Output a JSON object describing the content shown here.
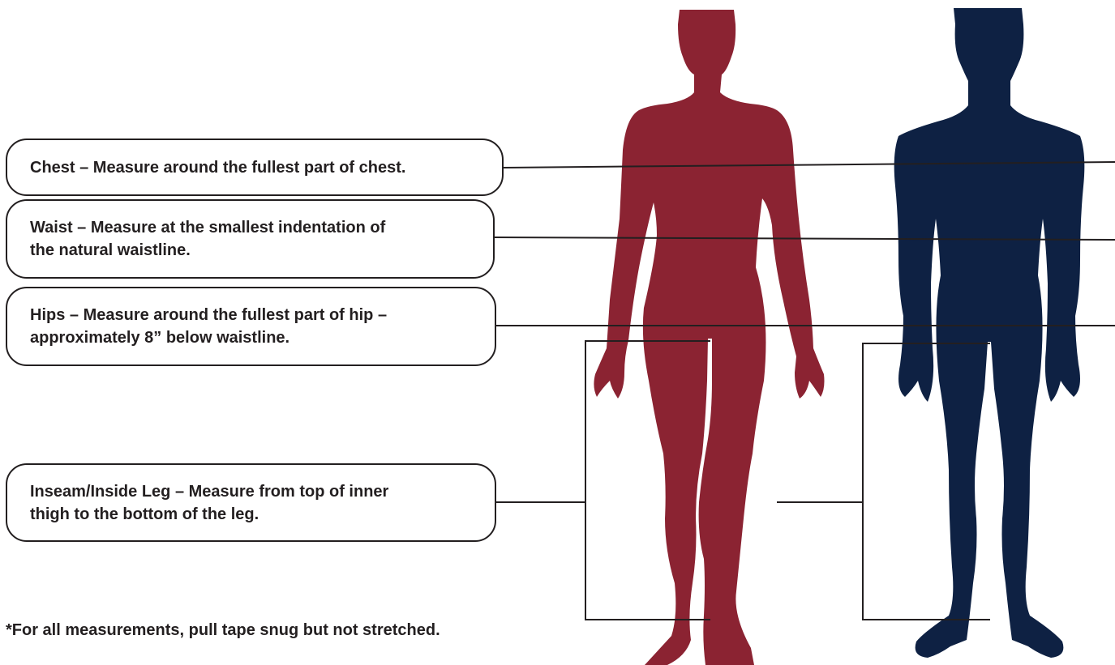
{
  "measurements": {
    "chest": "Chest – Measure around the fullest part of chest.",
    "waist_line1": "Waist – Measure at the smallest indentation of",
    "waist_line2": "the natural waistline.",
    "hips_line1": "Hips – Measure around the fullest part of hip –",
    "hips_line2": "approximately 8” below waistline.",
    "inseam_line1": "Inseam/Inside Leg – Measure from top of inner",
    "inseam_line2": "thigh to the bottom of the leg."
  },
  "footnote": "*For all measurements, pull tape snug but not stretched.",
  "colors": {
    "female_figure": "#8b2332",
    "male_figure": "#0e2143",
    "line": "#231f20"
  }
}
